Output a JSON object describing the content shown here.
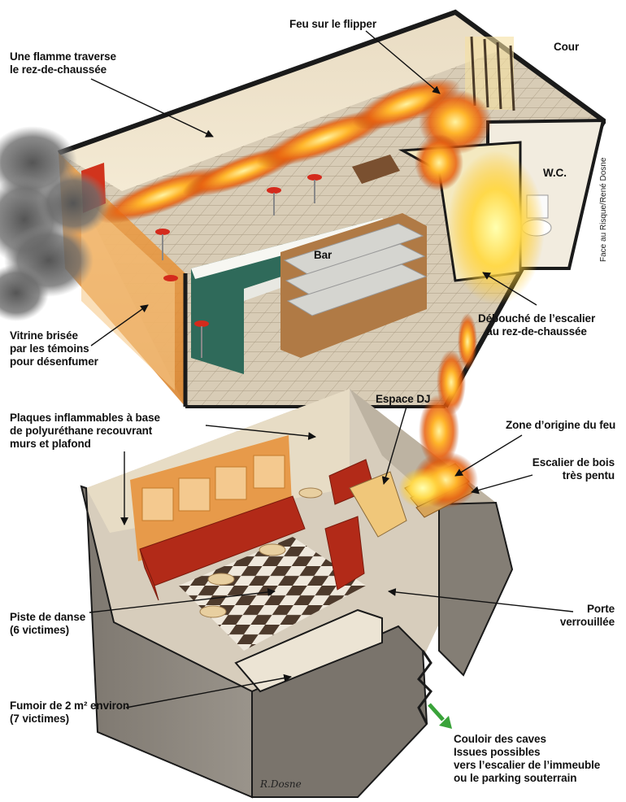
{
  "labels": {
    "flamme": [
      "Une flamme traverse",
      "le rez-de-chaussée"
    ],
    "flipper": "Feu sur le flipper",
    "cour": "Cour",
    "wc": "W.C.",
    "bar": "Bar",
    "debouche": [
      "Débouché de l’escalier",
      "au rez-de-chaussée"
    ],
    "vitrine": [
      "Vitrine brisée",
      "par les témoins",
      "pour désenfumer"
    ],
    "plaques": [
      "Plaques inflammables à base",
      "de polyuréthane recouvrant",
      "murs et plafond"
    ],
    "espace_dj": "Espace DJ",
    "zone_origine": "Zone d’origine du feu",
    "escalier_bois": [
      "Escalier de bois",
      "très pentu"
    ],
    "piste": [
      "Piste de danse",
      "(6 victimes)"
    ],
    "porte": [
      "Porte",
      "verrouillée"
    ],
    "fumoir": [
      "Fumoir de 2 m² environ",
      "(7 victimes)"
    ],
    "couloir": [
      "Couloir des caves",
      "Issues possibles",
      "vers l’escalier de l’immeuble",
      "ou le parking souterrain"
    ]
  },
  "credit": "Face au Risque/René Dosne",
  "signature": "R.Dosne",
  "colors": {
    "fire": "#f07a10",
    "arrow_exit": "#3aa33a",
    "wall": "#8a847c",
    "floor": "#d9c9ad"
  }
}
